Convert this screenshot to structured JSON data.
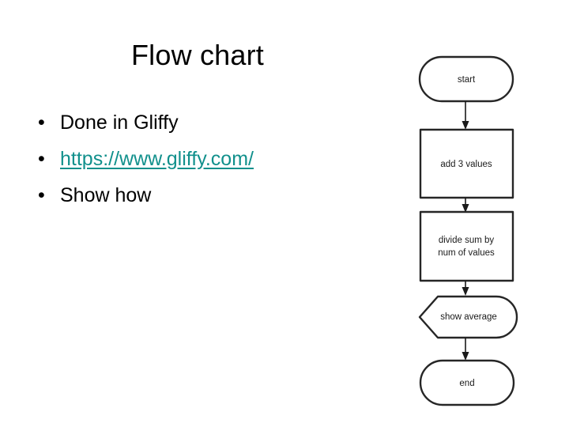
{
  "slide": {
    "title": "Flow chart",
    "background_color": "#ffffff",
    "text_color": "#000000",
    "link_color": "#11908c"
  },
  "bullets": {
    "marker": "•",
    "items": [
      {
        "text": "Done in Gliffy",
        "is_link": false
      },
      {
        "text": "https://www.gliffy.com/",
        "is_link": true
      },
      {
        "text": "Show how",
        "is_link": false
      }
    ]
  },
  "chart_data": {
    "type": "diagram",
    "title": "Flow chart",
    "orientation": "vertical",
    "stroke_color": "#262626",
    "fill_color": "#ffffff",
    "nodes": [
      {
        "id": "start",
        "label": "start",
        "shape": "terminator"
      },
      {
        "id": "add",
        "label": "add 3 values",
        "shape": "process"
      },
      {
        "id": "divide",
        "label": "divide sum by\nnum of values",
        "shape": "process",
        "line1": "divide sum by",
        "line2": "num of values"
      },
      {
        "id": "show",
        "label": "show average",
        "shape": "display"
      },
      {
        "id": "end",
        "label": "end",
        "shape": "terminator"
      }
    ],
    "edges": [
      {
        "from": "start",
        "to": "add",
        "arrow": true
      },
      {
        "from": "add",
        "to": "divide",
        "arrow": true
      },
      {
        "from": "divide",
        "to": "show",
        "arrow": true
      },
      {
        "from": "show",
        "to": "end",
        "arrow": true
      }
    ]
  }
}
